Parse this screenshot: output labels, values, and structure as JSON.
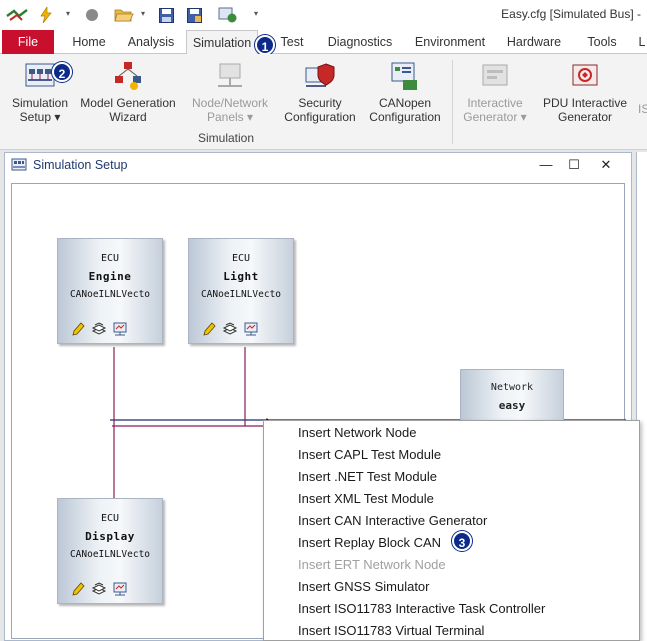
{
  "window": {
    "title": "Easy.cfg [Simulated Bus] -"
  },
  "ribbon_tabs": [
    "File",
    "Home",
    "Analysis",
    "Simulation",
    "Test",
    "Diagnostics",
    "Environment",
    "Hardware",
    "Tools",
    "L"
  ],
  "ribbon_buttons": {
    "simulation_setup": {
      "line1": "Simulation",
      "line2": "Setup ▾"
    },
    "model_generation": {
      "line1": "Model Generation",
      "line2": "Wizard"
    },
    "node_network_panels": {
      "line1": "Node/Network",
      "line2": "Panels ▾"
    },
    "security_config": {
      "line1": "Security",
      "line2": "Configuration"
    },
    "canopen_config": {
      "line1": "CANopen",
      "line2": "Configuration"
    },
    "interactive_generator": {
      "line1": "Interactive",
      "line2": "Generator ▾"
    },
    "pdu_interactive": {
      "line1": "PDU Interactive",
      "line2": "Generator"
    },
    "truncated": "IS"
  },
  "ribbon_group_label": "Simulation",
  "mdi_window": {
    "title": "Simulation Setup",
    "minimize": "—",
    "maximize": "☐",
    "close": "✕"
  },
  "nodes": [
    {
      "type": "ECU",
      "name": "Engine",
      "model": "CANoeILNLVecto"
    },
    {
      "type": "ECU",
      "name": "Light",
      "model": "CANoeILNLVecto"
    },
    {
      "type": "ECU",
      "name": "Display",
      "model": "CANoeILNLVecto"
    }
  ],
  "network": {
    "type": "Network",
    "name": "easy"
  },
  "context_menu": [
    {
      "label": "Insert Network Node",
      "enabled": true
    },
    {
      "label": "Insert CAPL Test Module",
      "enabled": true
    },
    {
      "label": "Insert .NET Test Module",
      "enabled": true
    },
    {
      "label": "Insert XML Test Module",
      "enabled": true
    },
    {
      "label": "Insert CAN Interactive Generator",
      "enabled": true
    },
    {
      "label": "Insert Replay Block CAN",
      "enabled": true
    },
    {
      "label": "Insert ERT Network Node",
      "enabled": false
    },
    {
      "label": "Insert GNSS Simulator",
      "enabled": true
    },
    {
      "label": "Insert ISO11783 Interactive Task Controller",
      "enabled": true
    },
    {
      "label": "Insert ISO11783 Virtual Terminal",
      "enabled": true
    }
  ],
  "markers": [
    "1",
    "2",
    "3"
  ],
  "colors": {
    "file_tab": "#c8102e",
    "marker": "#0b2a8a",
    "bus_line": "#8b1d5a",
    "bus_main": "#1b2a6b"
  }
}
